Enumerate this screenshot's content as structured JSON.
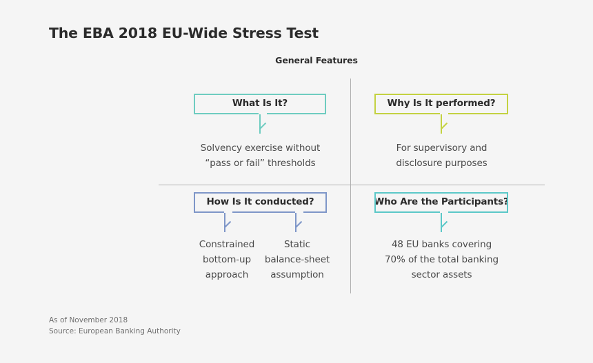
{
  "title": "The EBA 2018 EU-Wide Stress Test",
  "subtitle": "General Features",
  "colors": {
    "background": "#f5f5f5",
    "title_text": "#2b2b2b",
    "body_text": "#4a4a4a",
    "footer_text": "#6f6f6f",
    "divider": "#b0b0b0",
    "quadrant_1": "#6eccc0",
    "quadrant_2": "#c3d241",
    "quadrant_3": "#7e96c8",
    "quadrant_4": "#5bc8c8"
  },
  "quadrants": [
    {
      "id": "what-is-it",
      "heading": "What Is It?",
      "color": "#6eccc0",
      "columns": [
        {
          "lines": [
            "Solvency exercise without",
            "“pass or fail” thresholds"
          ]
        }
      ]
    },
    {
      "id": "why-is-it-performed",
      "heading": "Why Is It performed?",
      "color": "#c3d241",
      "columns": [
        {
          "lines": [
            "For supervisory and",
            "disclosure purposes"
          ]
        }
      ]
    },
    {
      "id": "how-is-it-conducted",
      "heading": "How Is It conducted?",
      "color": "#7e96c8",
      "columns": [
        {
          "lines": [
            "Constrained",
            "bottom-up",
            "approach"
          ]
        },
        {
          "lines": [
            "Static",
            "balance-sheet",
            "assumption"
          ]
        }
      ]
    },
    {
      "id": "who-are-the-participants",
      "heading": "Who Are the Participants?",
      "color": "#5bc8c8",
      "columns": [
        {
          "lines": [
            "48 EU banks covering",
            "70% of the total banking",
            "sector assets"
          ]
        }
      ]
    }
  ],
  "footer": {
    "as_of": "As of November 2018",
    "source": "Source: European Banking Authority"
  }
}
